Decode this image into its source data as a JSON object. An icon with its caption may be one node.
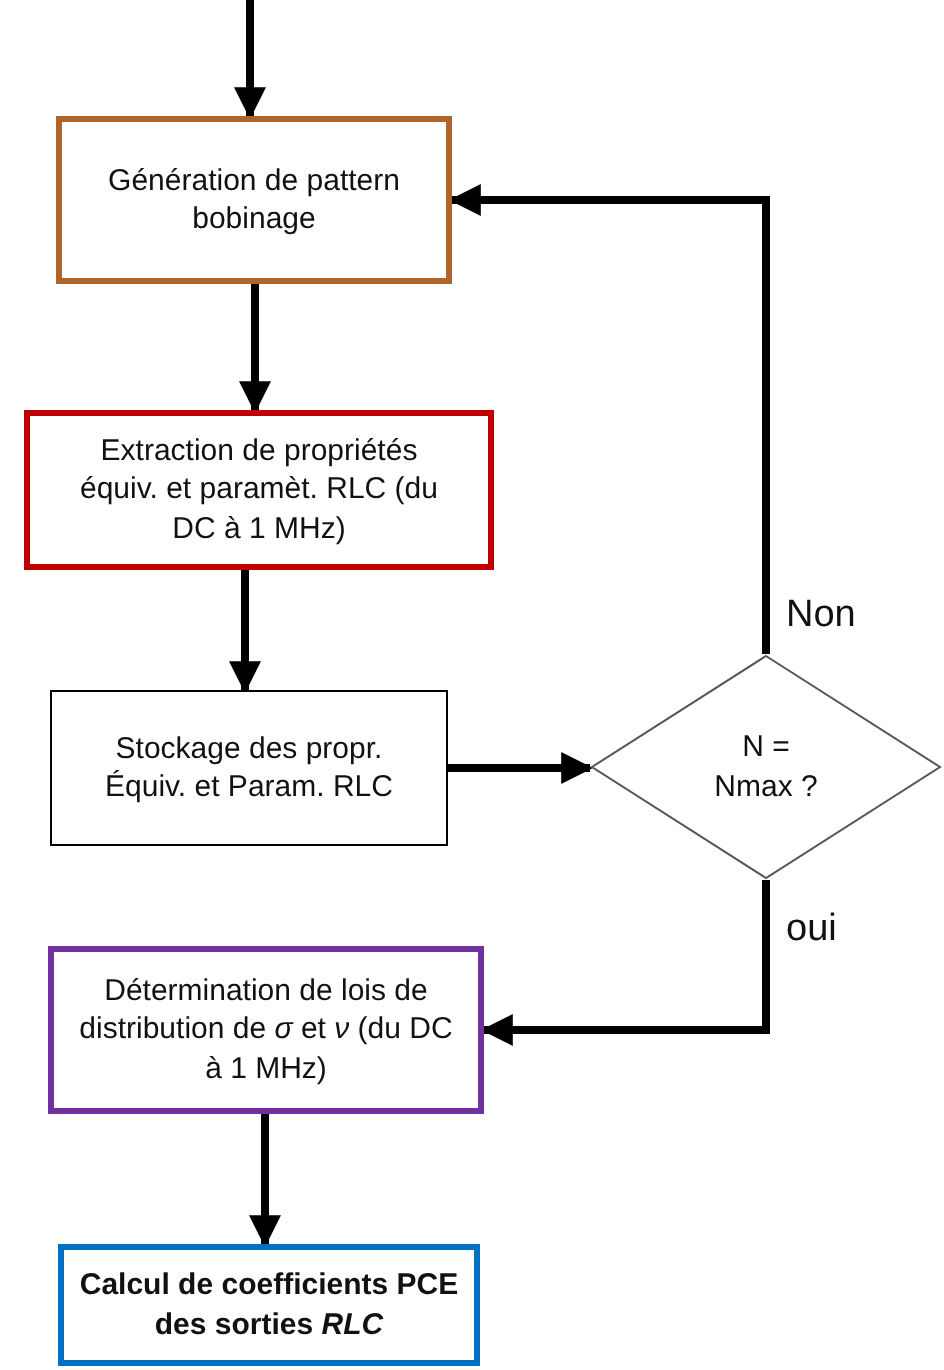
{
  "diagram": {
    "nodes": [
      {
        "text": [
          "Génération de pattern bobinage"
        ]
      },
      {
        "text": [
          "Extraction de propriétés équiv. et paramèt. RLC (du DC à 1 MHz)"
        ]
      },
      {
        "text": [
          "Stockage des propr. Équiv. et Param. RLC"
        ]
      },
      {
        "text": [
          "N = Nmax ?"
        ]
      },
      {
        "text": [
          "Détermination de lois de distribution de *σ* et *ν* (du DC à 1 MHz)"
        ]
      },
      {
        "text": [
          "Calcul de coefficients PCE des sorties *RLC*"
        ]
      }
    ],
    "edges": [
      {
        "from": null,
        "to": 0,
        "arrow": "to"
      },
      {
        "from": 0,
        "to": 1,
        "arrow": "to"
      },
      {
        "from": 1,
        "to": 2,
        "arrow": "to"
      },
      {
        "from": 2,
        "to": 3,
        "arrow": "to"
      },
      {
        "from": 3,
        "to": 0,
        "arrow": "to",
        "label": "Non"
      },
      {
        "from": 3,
        "to": 4,
        "arrow": "to",
        "label": "oui"
      },
      {
        "from": 4,
        "to": 5,
        "arrow": "to"
      }
    ]
  }
}
